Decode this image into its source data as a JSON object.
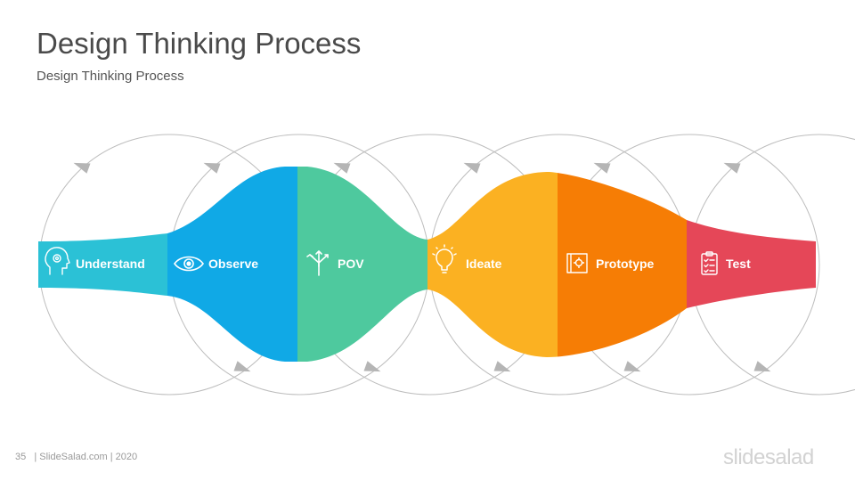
{
  "title": "Design Thinking Process",
  "subtitle": "Design Thinking Process",
  "stages": [
    {
      "label": "Understand",
      "icon": "head-gears-icon",
      "color": "#2bc1d6"
    },
    {
      "label": "Observe",
      "icon": "eye-icon",
      "color": "#10a9e6"
    },
    {
      "label": "POV",
      "icon": "arrows-split-icon",
      "color": "#4ec99e"
    },
    {
      "label": "Ideate",
      "icon": "lightbulb-icon",
      "color": "#fbb122"
    },
    {
      "label": "Prototype",
      "icon": "blueprint-icon",
      "color": "#f67d05"
    },
    {
      "label": "Test",
      "icon": "clipboard-checklist-icon",
      "color": "#e54758"
    }
  ],
  "cycle_count": 6,
  "footer": {
    "page_number": "35",
    "source": "| SlideSalad.com | 2020"
  },
  "brand": "slidesalad"
}
